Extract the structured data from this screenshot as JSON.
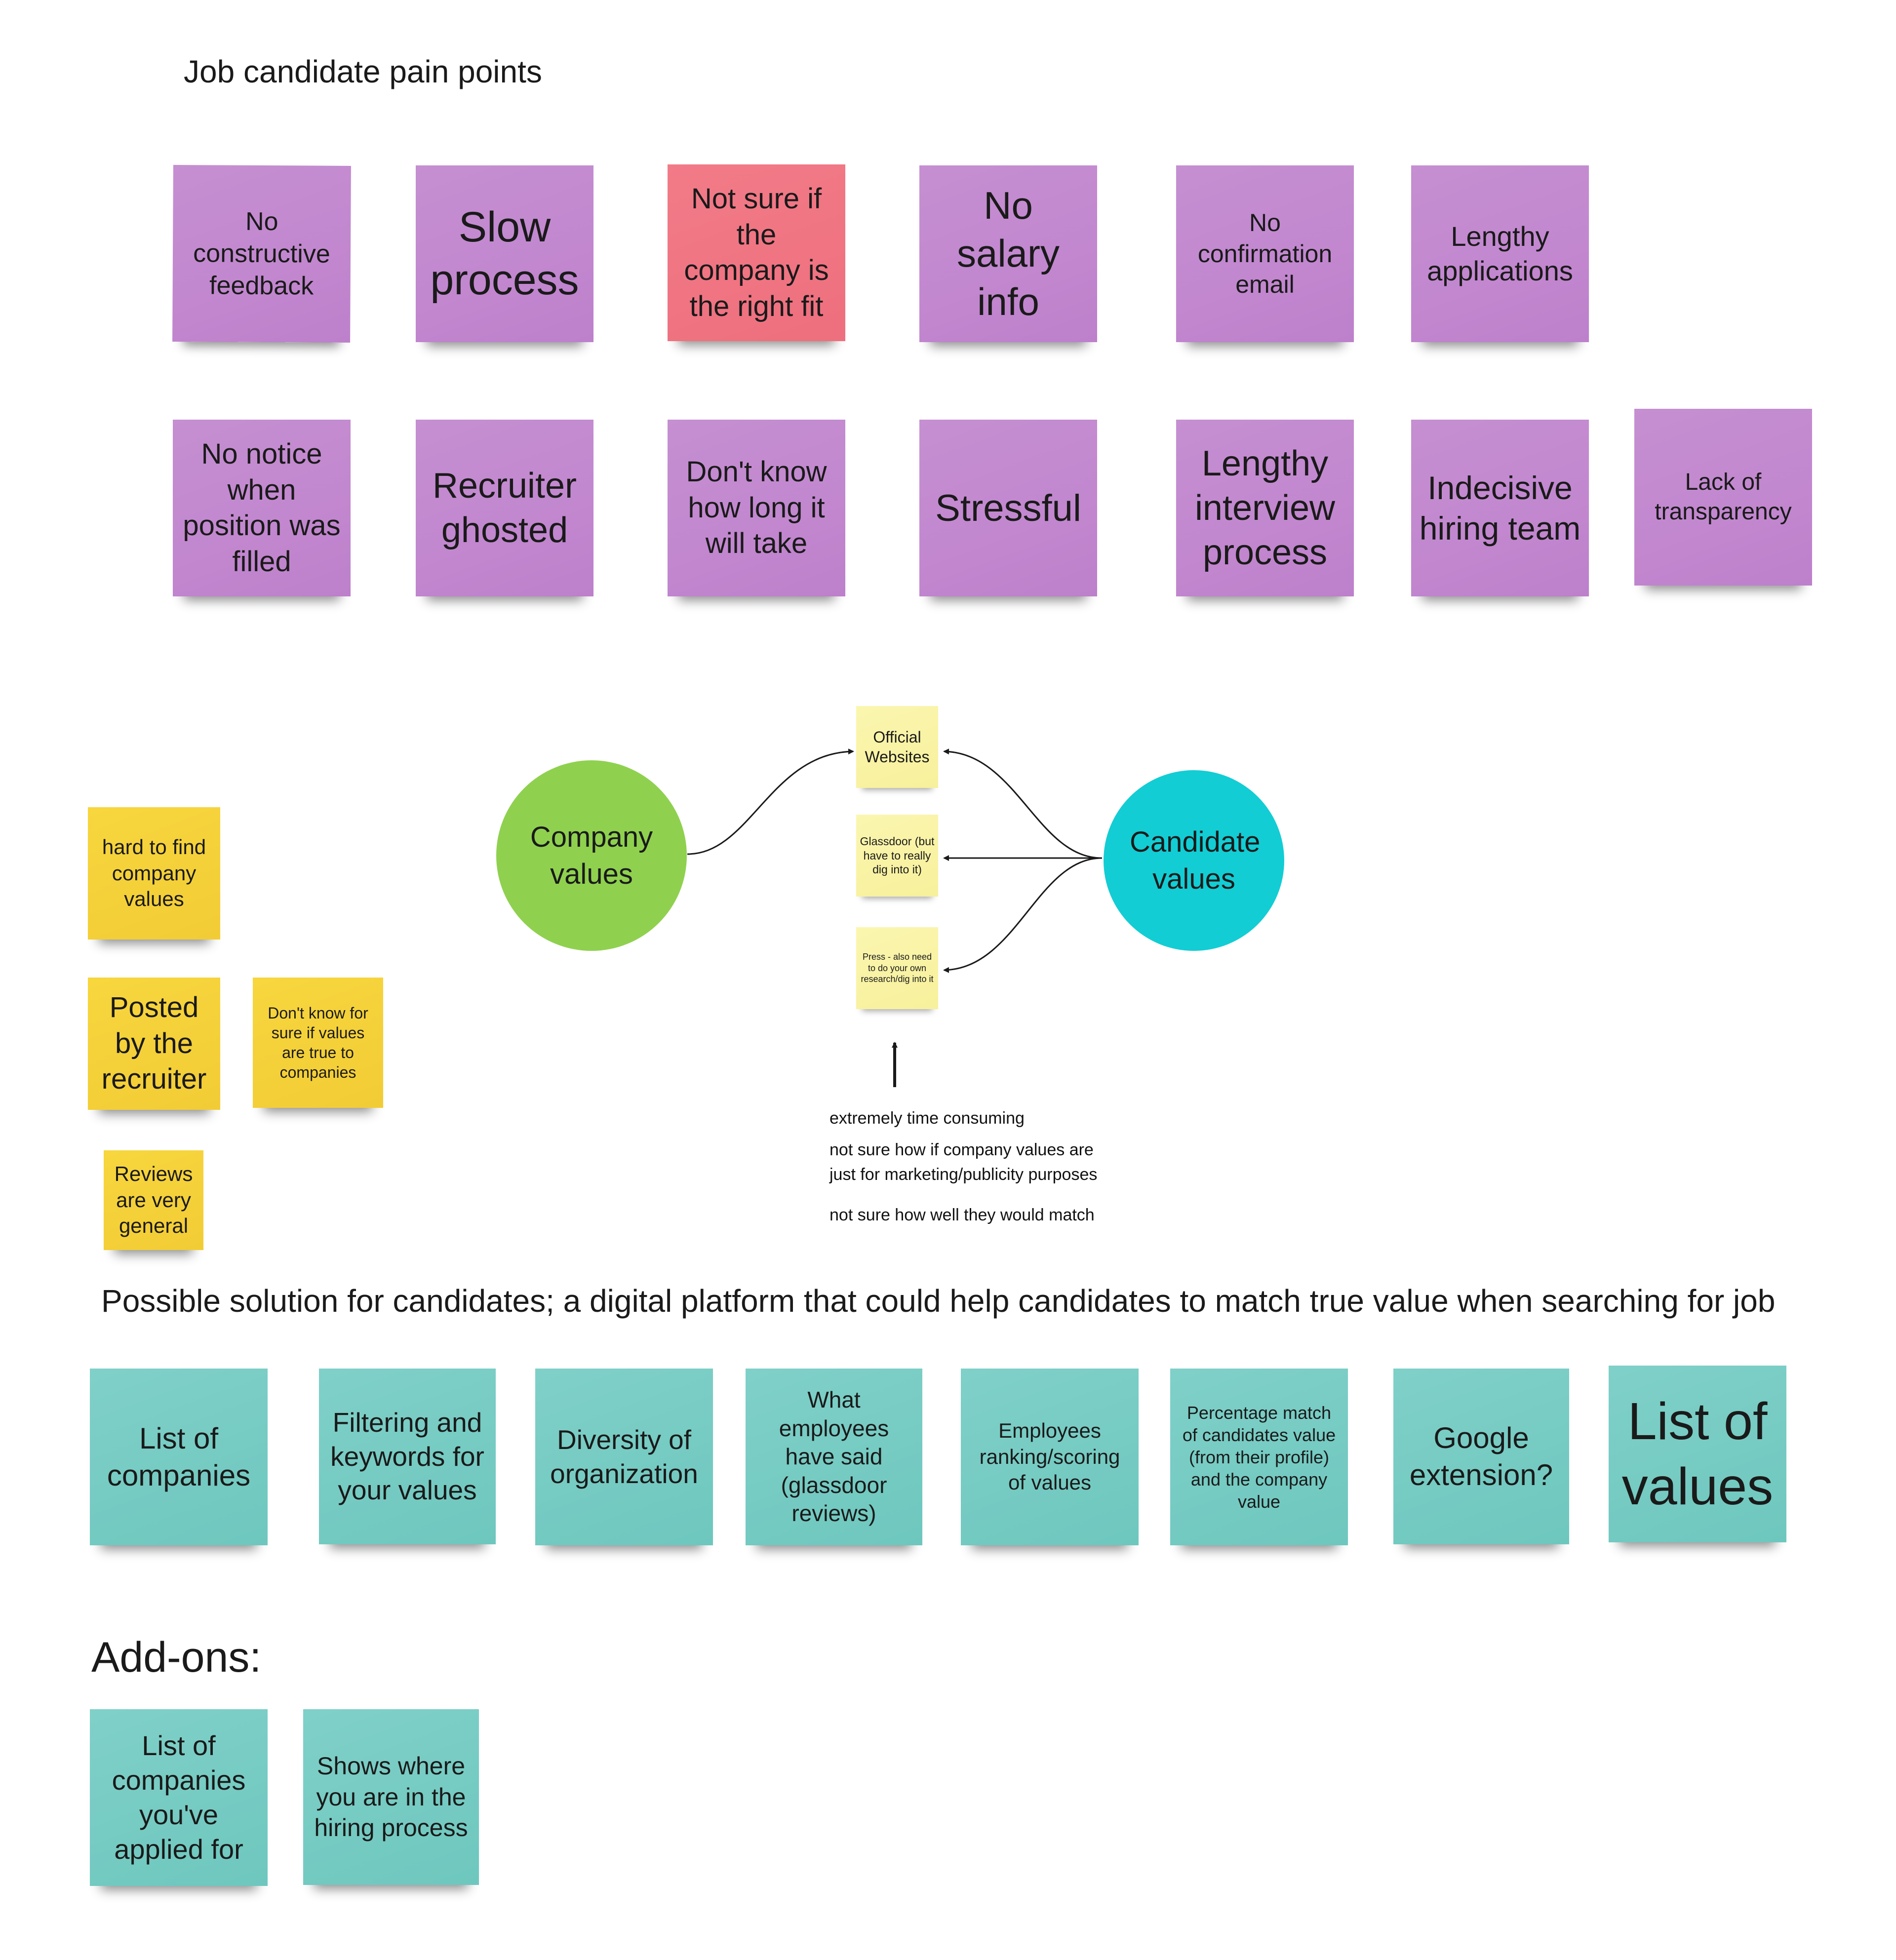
{
  "titles": {
    "pain_points": "Job candidate pain points",
    "solution": "Possible solution for candidates; a digital platform that could help candidates to match true value when searching for job",
    "addons": "Add-ons:"
  },
  "pain_notes": [
    "No constructive feedback",
    "Slow process",
    "Not sure if the company is the right fit",
    "No salary info",
    "No confirmation email",
    "Lengthy applications",
    "No notice when position was filled",
    "Recruiter ghosted",
    "Don't know how long it will take",
    "Stressful",
    "Lengthy interview process",
    "Indecisive hiring team",
    "Lack of transparency"
  ],
  "value_notes": [
    "hard to find company values",
    "Posted by the recruiter",
    "Don't know for sure if values are true to companies",
    "Reviews are very general"
  ],
  "diagram": {
    "company_values": "Company values",
    "candidate_values": "Candidate values",
    "sources": [
      "Official Websites",
      "Glassdoor (but have to really dig into it)",
      "Press - also need to do your own research/dig into it"
    ],
    "annotations": [
      "extremely time consuming",
      "not sure how if company values are",
      "just for marketing/publicity purposes",
      "not sure how well they would match"
    ]
  },
  "solution_notes": [
    "List of companies",
    "Filtering and keywords for your values",
    "Diversity of organization",
    "What employees have said (glassdoor reviews)",
    "Employees ranking/scoring of values",
    "Percentage match of candidates value (from their profile) and the company value",
    "Google extension?",
    "List of values"
  ],
  "addon_notes": [
    "List of companies you've applied for",
    "Shows where you are in the hiring process"
  ],
  "colors": {
    "purple_note": "#c28ad0",
    "pink_note": "#f07282",
    "yellow_note": "#f4cf38",
    "pale_yellow_note": "#f9f3a6",
    "teal_note": "#75ccc3",
    "company_circle": "#8fd14f",
    "candidate_circle": "#12cdd4"
  }
}
